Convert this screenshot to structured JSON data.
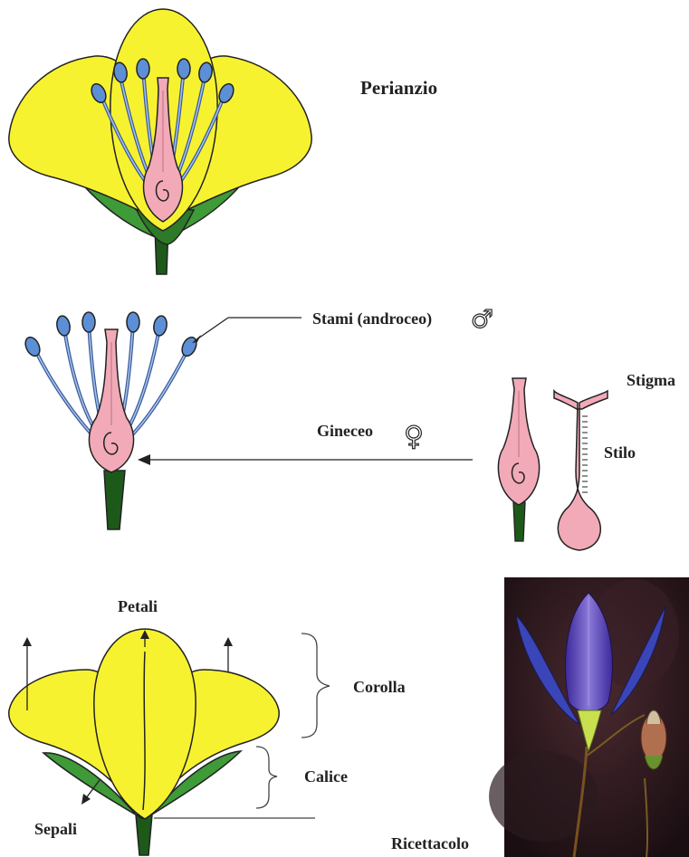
{
  "labels": {
    "perianzio": "Perianzio",
    "stami": "Stami (androceo)",
    "gineceo": "Gineceo",
    "stigma": "Stigma",
    "stilo": "Stilo",
    "petali": "Petali",
    "corolla": "Corolla",
    "calice": "Calice",
    "sepali": "Sepali",
    "ricettacolo": "Ricettacolo"
  },
  "symbols": {
    "male": "♂",
    "female": "♀"
  },
  "colors": {
    "petal": "#f7f230",
    "sepal": "#3f9a38",
    "sepal_dark": "#1f6a20",
    "stem": "#1d5a1a",
    "anther": "#5c8fd6",
    "filament": "#5c82c8",
    "pistil": "#f2aab8",
    "outline": "#222222"
  },
  "photo_icon": "bellflower-photo"
}
